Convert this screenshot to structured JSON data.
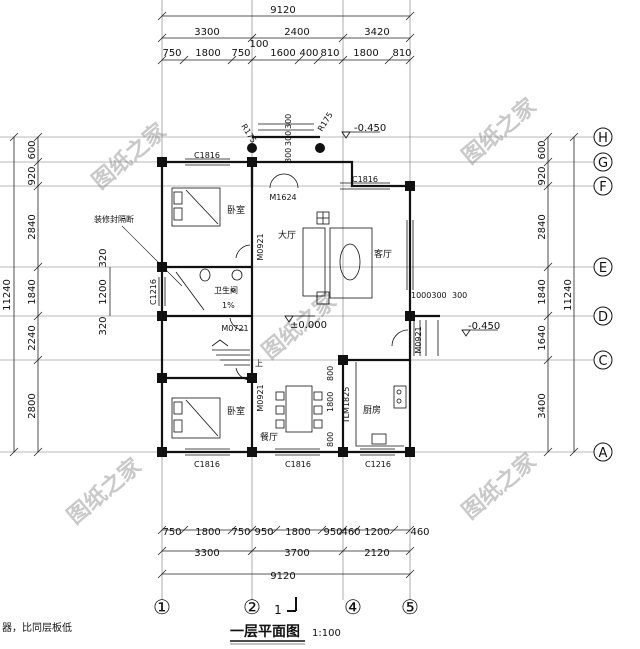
{
  "title": "一层平面图",
  "scale": "1:100",
  "note": "器，比同层板低",
  "watermark": "图纸之家",
  "section_mark": "1",
  "levels": {
    "floor": "±0.000",
    "entry": "-0.450",
    "side": "-0.450"
  },
  "top_dims": {
    "total": "9120",
    "sub": [
      "3300",
      "2400",
      "3420"
    ],
    "detail": [
      "750",
      "1800",
      "750",
      "100",
      "1600",
      "400",
      "810",
      "1800",
      "810"
    ]
  },
  "bottom_dims": {
    "total": "9120",
    "sub": [
      "3300",
      "3700",
      "2120"
    ],
    "detail": [
      "750",
      "1800",
      "750",
      "950",
      "1800",
      "950",
      "460",
      "1200",
      "460"
    ]
  },
  "left_dims": {
    "total": "11240",
    "segments": [
      "920",
      "600",
      "2840",
      "1840",
      "2240",
      "2800"
    ],
    "inner": [
      "320",
      "1200",
      "320"
    ]
  },
  "right_dims": {
    "total": "11240",
    "segments": [
      "920",
      "600",
      "2840",
      "1840",
      "1640",
      "3400"
    ]
  },
  "right_axes": [
    "H",
    "G",
    "F",
    "E",
    "D",
    "C",
    "A"
  ],
  "bottom_axes": [
    "①",
    "②",
    "④",
    "⑤"
  ],
  "rooms": {
    "bedroom1": "卧室",
    "bedroom2": "卧室",
    "bathroom": "卫生间",
    "living": "大厅",
    "guest": "客厅",
    "kitchen": "厨房",
    "dining": "餐厅",
    "partition": "装修封隔断"
  },
  "windows": [
    "C1816",
    "C1816",
    "C1816",
    "C1816",
    "C1216",
    "C1216"
  ],
  "doors": [
    "M1624",
    "M0921",
    "M0721",
    "M0921",
    "M0921",
    "TLM1825"
  ],
  "misc": {
    "r175a": "R175",
    "r175b": "R175",
    "d300": "300",
    "d800": "800",
    "d300b": "300",
    "k800a": "800",
    "k1800": "1800",
    "k800b": "800",
    "step": "1000300",
    "step2": "300",
    "up": "上",
    "slope": "1%"
  }
}
